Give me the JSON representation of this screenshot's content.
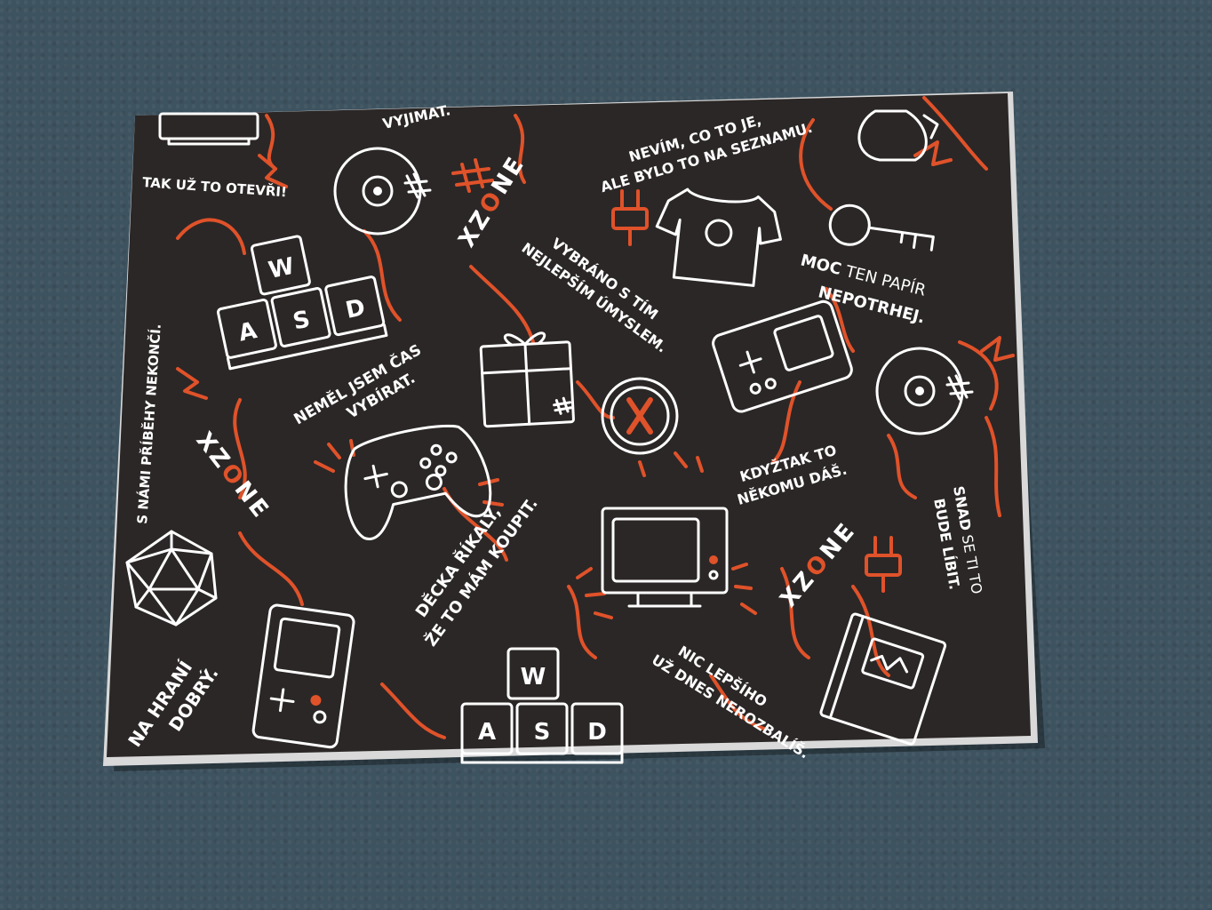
{
  "texts": {
    "t1": "VYJIMAT.",
    "t2": "TAK UŽ TO OTEVŘI!",
    "t3": "NEVÍM, CO TO JE,",
    "t4": "ALE BYLO TO NA SEZNAMU.",
    "t5": "VYBRÁNO S TÍM",
    "t6": "NEJLEPŠÍM ÚMYSLEM.",
    "t7a": "MOC",
    "t7b": " TEN PAPÍR",
    "t8": "NEPOTRHEJ.",
    "t9": "S NÁMI PŘÍBĚHY NEKONČÍ.",
    "t10a": "NEMĚL JSEM ČAS",
    "t10b": "VYBÍRAT.",
    "t11a": "KDYŽTAK TO",
    "t11b": "NĚKOMU DÁŠ.",
    "t12a": "SNAD",
    "t12b": " SE TI TO",
    "t12c": "BUDE LÍBIT.",
    "t13a": "DĚCKA ŘÍKALY,",
    "t13b": "ŽE TO MÁM KOUPIT.",
    "t14a": "NA HRANÍ",
    "t14b": "DOBRÝ.",
    "t15a": "NIC LEPŠÍHO",
    "t15b": "UŽ DNES NEROZBALÍŠ."
  },
  "logo": {
    "pre": "XZ",
    "o": "O",
    "post": "NE"
  },
  "keys": {
    "w": "W",
    "a": "A",
    "s": "S",
    "d": "D"
  },
  "colors": {
    "paper": "#2b2726",
    "accent": "#e0522a",
    "line": "#ffffff",
    "carpet": "#3e5360"
  },
  "icons": [
    "disc-icon",
    "keyboard-keys-icon",
    "gift-icon",
    "tshirt-icon",
    "key-icon",
    "handheld-console-icon",
    "gamepad-icon",
    "tv-icon",
    "dice-icon",
    "book-icon",
    "xzone-badge-icon",
    "plug-icon"
  ]
}
